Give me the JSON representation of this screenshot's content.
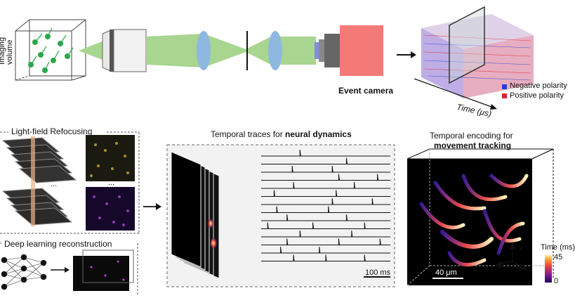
{
  "optics": {
    "sample_label_line1": "Imaging",
    "sample_label_line2": "volume",
    "camera_label": "Event camera",
    "time_axis_label": "Time (μs)",
    "legend": [
      {
        "label": "Negative polarity",
        "color": "#1f3fe0"
      },
      {
        "label": "Positive polarity",
        "color": "#e0202a"
      }
    ]
  },
  "reconstruction": {
    "refocus_title": "Light-field Refocusing",
    "ellipsis": "...",
    "deep_title": "Deep learning reconstruction"
  },
  "neural": {
    "title_prefix": "Temporal traces for ",
    "title_bold": "neural dynamics",
    "scale_label": "100 ms"
  },
  "tracking": {
    "title_line1": "Temporal encoding for",
    "title_line2": "movement tracking",
    "scale_label": "40 μm",
    "axis_x": "x",
    "axis_y": "y",
    "axis_z": "z",
    "colorbar_title": "Time (ms)",
    "colorbar_max": "45",
    "colorbar_min": "0"
  },
  "colors": {
    "beam": "#a8d590",
    "lens": "#8fb8e0",
    "camera": "#f47a78",
    "sensor": "#7f8fd8",
    "dashed_border": "#555555"
  }
}
